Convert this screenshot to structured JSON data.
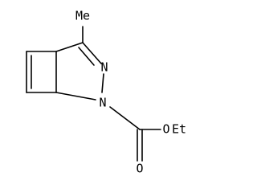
{
  "molecule": {
    "labels": {
      "methyl": "Me",
      "n_ring_double": "N",
      "n_ring_carbamate": "N",
      "ester_oxygen": "O",
      "ethyl_group": "Et",
      "carbonyl_oxygen": "O"
    },
    "colors": {
      "bond": "#000000",
      "label": "#000000",
      "background": "#ffffff"
    }
  }
}
